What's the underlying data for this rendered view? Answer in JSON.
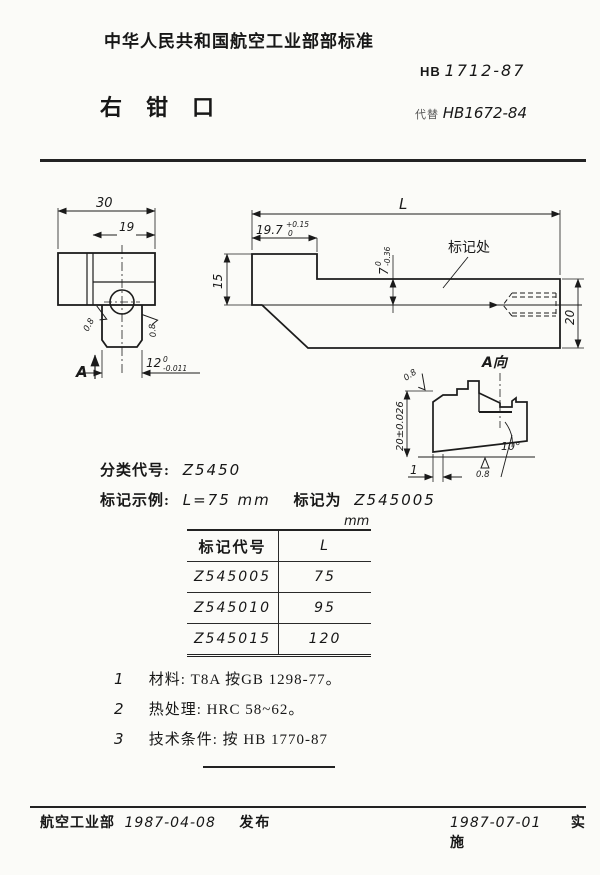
{
  "header": {
    "standard_name": "中华人民共和国航空工业部部标准",
    "standard_code_prefix": "HB",
    "standard_code_num": "1712-87",
    "title": "右钳口",
    "replaces_label": "代替",
    "replaces_code": "HB1672-84"
  },
  "drawing": {
    "left_view": {
      "dim_width": "30",
      "dim_inner": "19",
      "dim_tab_main": "12",
      "dim_tab_upper": "0",
      "dim_tab_lower": "-0.011",
      "roughness_left": "0.8",
      "roughness_right": "0.8",
      "view_arrow_label": "A"
    },
    "main_view": {
      "dim_length": "L",
      "dim_197_main": "19.7",
      "dim_197_upper": "+0.15",
      "dim_197_lower": "0",
      "dim_7_main": "7",
      "dim_7_upper": "0",
      "dim_7_lower": "-0.36",
      "dim_15": "15",
      "dim_20": "20",
      "marking_label": "标记处"
    },
    "detail_view": {
      "label": "A向",
      "dim_height": "20±0.026",
      "dim_1": "1",
      "angle": "10°",
      "roughness_top": "0.8",
      "roughness_bottom": "0.8"
    }
  },
  "classification": {
    "label": "分类代号:",
    "code": "Z5450",
    "example_label": "标记示例:",
    "example_condition": "L=75 mm",
    "marking_label": "标记为",
    "example_code": "Z545005"
  },
  "table": {
    "unit": "mm",
    "col_code": "标记代号",
    "col_length": "L",
    "rows": [
      [
        "Z545005",
        "75"
      ],
      [
        "Z545010",
        "95"
      ],
      [
        "Z545015",
        "120"
      ]
    ]
  },
  "notes": [
    {
      "num": "1",
      "text": "材料: T8A 按GB 1298-77。"
    },
    {
      "num": "2",
      "text": "热处理: HRC 58~62。"
    },
    {
      "num": "3",
      "text": "技术条件: 按 HB 1770-87"
    }
  ],
  "footer": {
    "issuer": "航空工业部",
    "issue_date": "1987-04-08",
    "issue_label": "发布",
    "impl_date": "1987-07-01",
    "impl_label": "实施"
  }
}
